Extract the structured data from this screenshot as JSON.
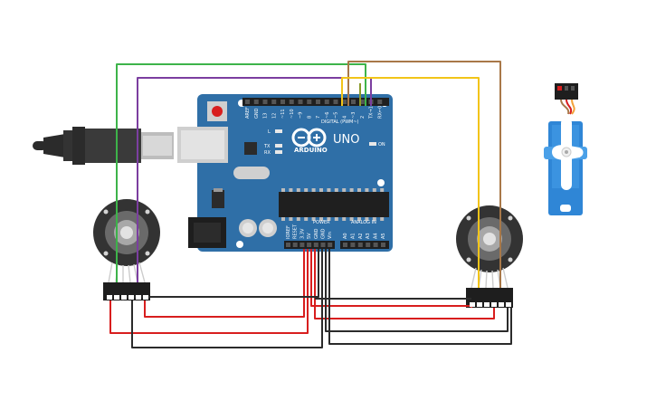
{
  "board": {
    "logo_text": "ARDUINO",
    "model": "UNO",
    "digital_header_label": "DIGITAL (PWM~)",
    "power_header_label": "POWER",
    "analog_header_label": "ANALOG IN",
    "led_labels": {
      "l": "L",
      "tx": "TX",
      "rx": "RX",
      "on": "ON"
    },
    "digital_pins": [
      "AREF",
      "GND",
      "13",
      "12",
      "~11",
      "~10",
      "~9",
      "8",
      "7",
      "~6",
      "~5",
      "4",
      "~3",
      "2",
      "TX→1",
      "RX←0"
    ],
    "power_pins": [
      "IOREF",
      "RESET",
      "3.3V",
      "5V",
      "GND",
      "GND",
      "Vin"
    ],
    "analog_pins": [
      "A0",
      "A1",
      "A2",
      "A3",
      "A4",
      "A5"
    ]
  },
  "components": [
    "usb-cable",
    "rotary-encoder-left",
    "rotary-encoder-right",
    "servo-motor"
  ],
  "wire_colors": {
    "green": "#3db34a",
    "purple": "#7b3ea0",
    "brown": "#a87848",
    "yellow": "#f2c418",
    "red": "#d81e1e",
    "black": "#2b2b2b",
    "board": "#2f6fa7"
  }
}
